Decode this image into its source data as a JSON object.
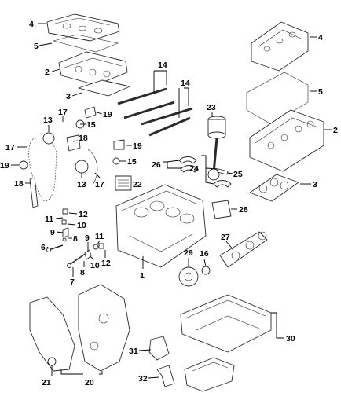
{
  "callouts": [
    {
      "id": "4a",
      "text": "4"
    },
    {
      "id": "5a",
      "text": "5"
    },
    {
      "id": "2a",
      "text": "2"
    },
    {
      "id": "3a",
      "text": "3"
    },
    {
      "id": "14a",
      "text": "14"
    },
    {
      "id": "14b",
      "text": "14"
    },
    {
      "id": "17a",
      "text": "17"
    },
    {
      "id": "19a",
      "text": "19"
    },
    {
      "id": "13a",
      "text": "13"
    },
    {
      "id": "15a",
      "text": "15"
    },
    {
      "id": "17b",
      "text": "17"
    },
    {
      "id": "18a",
      "text": "18"
    },
    {
      "id": "19b",
      "text": "19"
    },
    {
      "id": "18b",
      "text": "18"
    },
    {
      "id": "13b",
      "text": "13"
    },
    {
      "id": "17c",
      "text": "17"
    },
    {
      "id": "19c",
      "text": "19"
    },
    {
      "id": "15b",
      "text": "15"
    },
    {
      "id": "22",
      "text": "22"
    },
    {
      "id": "23",
      "text": "23"
    },
    {
      "id": "26",
      "text": "26"
    },
    {
      "id": "24",
      "text": "24"
    },
    {
      "id": "25",
      "text": "25"
    },
    {
      "id": "4b",
      "text": "4"
    },
    {
      "id": "5b",
      "text": "5"
    },
    {
      "id": "2b",
      "text": "2"
    },
    {
      "id": "3b",
      "text": "3"
    },
    {
      "id": "28",
      "text": "28"
    },
    {
      "id": "11a",
      "text": "11"
    },
    {
      "id": "12a",
      "text": "12"
    },
    {
      "id": "10a",
      "text": "10"
    },
    {
      "id": "9a",
      "text": "9"
    },
    {
      "id": "8a",
      "text": "8"
    },
    {
      "id": "6",
      "text": "6"
    },
    {
      "id": "9b",
      "text": "9"
    },
    {
      "id": "11b",
      "text": "11"
    },
    {
      "id": "12b",
      "text": "12"
    },
    {
      "id": "10b",
      "text": "10"
    },
    {
      "id": "8b",
      "text": "8"
    },
    {
      "id": "7",
      "text": "7"
    },
    {
      "id": "1",
      "text": "1"
    },
    {
      "id": "27",
      "text": "27"
    },
    {
      "id": "29",
      "text": "29"
    },
    {
      "id": "16",
      "text": "16"
    },
    {
      "id": "30",
      "text": "30"
    },
    {
      "id": "31",
      "text": "31"
    },
    {
      "id": "32",
      "text": "32"
    },
    {
      "id": "21",
      "text": "21"
    },
    {
      "id": "20",
      "text": "20"
    }
  ],
  "colors": {
    "line": "#2a2a2a",
    "label": "#000000",
    "background": "#ffffff"
  }
}
